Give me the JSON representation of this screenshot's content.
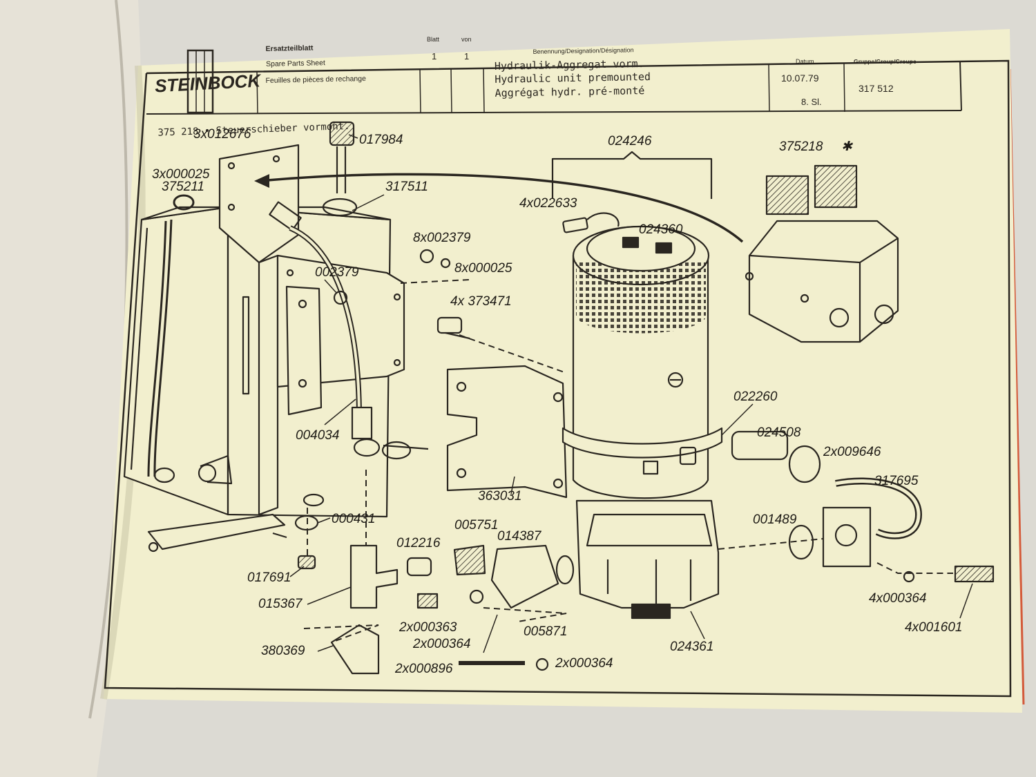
{
  "header": {
    "brand": "STEINBOCK",
    "sheet_de": "Ersatzteilblatt",
    "sheet_en": "Spare Parts Sheet",
    "sheet_fr": "Feuilles de pièces de rechange",
    "blatt_label": "Blatt",
    "blatt_value": "1",
    "von_label": "von",
    "von_value": "1",
    "designation_label": "Benennung/Designation/Désignation",
    "designation_de": "Hydraulik-Aggregat vorm.",
    "designation_en": "Hydraulic unit premounted",
    "designation_fr": "Aggrégat hydr. pré-monté",
    "datum_label": "Datum",
    "datum_value": "10.07.79",
    "datum_sub": "8. Sl.",
    "gruppe_label": "Gruppe/Group/Groupe",
    "gruppe_value": "317 512"
  },
  "note": "375 218 • Steuerschieber vormont.",
  "parts": [
    "3x012676",
    "017984",
    "3x000025",
    "375211",
    "317511",
    "8x002379",
    "8x000025",
    "002379",
    "4x 373471",
    "004034",
    "363031",
    "000431",
    "017691",
    "015367",
    "012216",
    "005751",
    "014387",
    "380369",
    "2x000363",
    "2x000364",
    "2x000896",
    "2x000364",
    "005871",
    "024246",
    "375218",
    "4x022633",
    "024360",
    "022260",
    "024508",
    "2x009646",
    "317695",
    "001489",
    "4x000364",
    "4x001601",
    "024361"
  ],
  "colors": {
    "paper": "#f2efce",
    "ink": "#2a2620",
    "background": "#d9d7d0"
  }
}
